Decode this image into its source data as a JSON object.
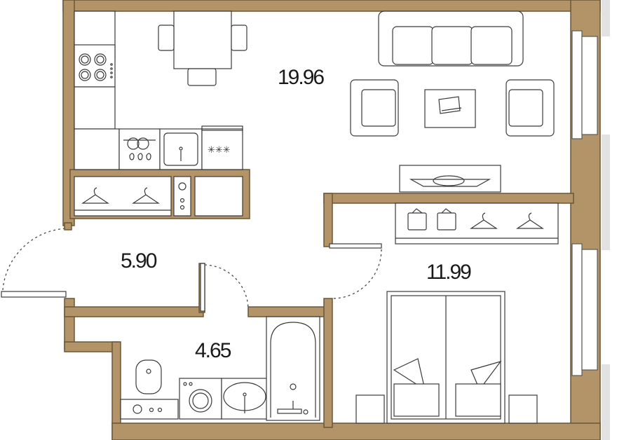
{
  "plan": {
    "rooms": [
      {
        "id": "living-kitchen",
        "area": "19.96"
      },
      {
        "id": "hallway",
        "area": "5.90"
      },
      {
        "id": "bathroom",
        "area": "4.65"
      },
      {
        "id": "bedroom",
        "area": "11.99"
      }
    ],
    "colors": {
      "wall": "#b39368",
      "wall_outline": "#6b5637",
      "line": "#3a3a3a",
      "window_grey": "#e2e2e2"
    },
    "icons": [
      "stove-icon",
      "dishwasher-icon",
      "sink-icon",
      "fridge-icon",
      "hanger-icon",
      "toilet-icon",
      "washing-machine-icon",
      "bathtub-icon",
      "sofa-icon",
      "armchair-icon",
      "tv-icon",
      "bed-icon",
      "dining-table-icon"
    ]
  }
}
